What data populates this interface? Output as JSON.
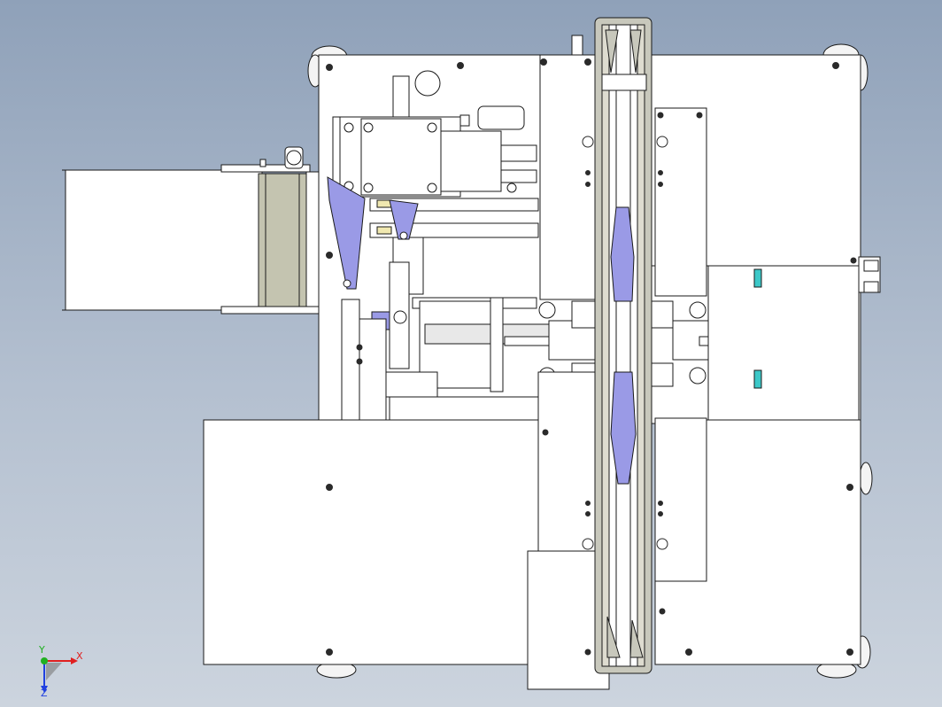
{
  "viewport": {
    "background_top": "#8fa1b9",
    "background_bottom": "#ccd4de"
  },
  "model": {
    "part_fill": "#ffffff",
    "edge_color": "#1a1a1a",
    "highlight_fill": "#9a9ae6",
    "rail_fill": "#c8c8bc",
    "cylinder_fill": "#c4c4b0",
    "accent_teal": "#3cc8c8"
  },
  "triad": {
    "x_label": "X",
    "y_label": "Y",
    "z_label": "Z",
    "x_color": "#e02020",
    "y_color": "#20b020",
    "z_color": "#2040e0",
    "icon": "axis-triad-icon"
  }
}
